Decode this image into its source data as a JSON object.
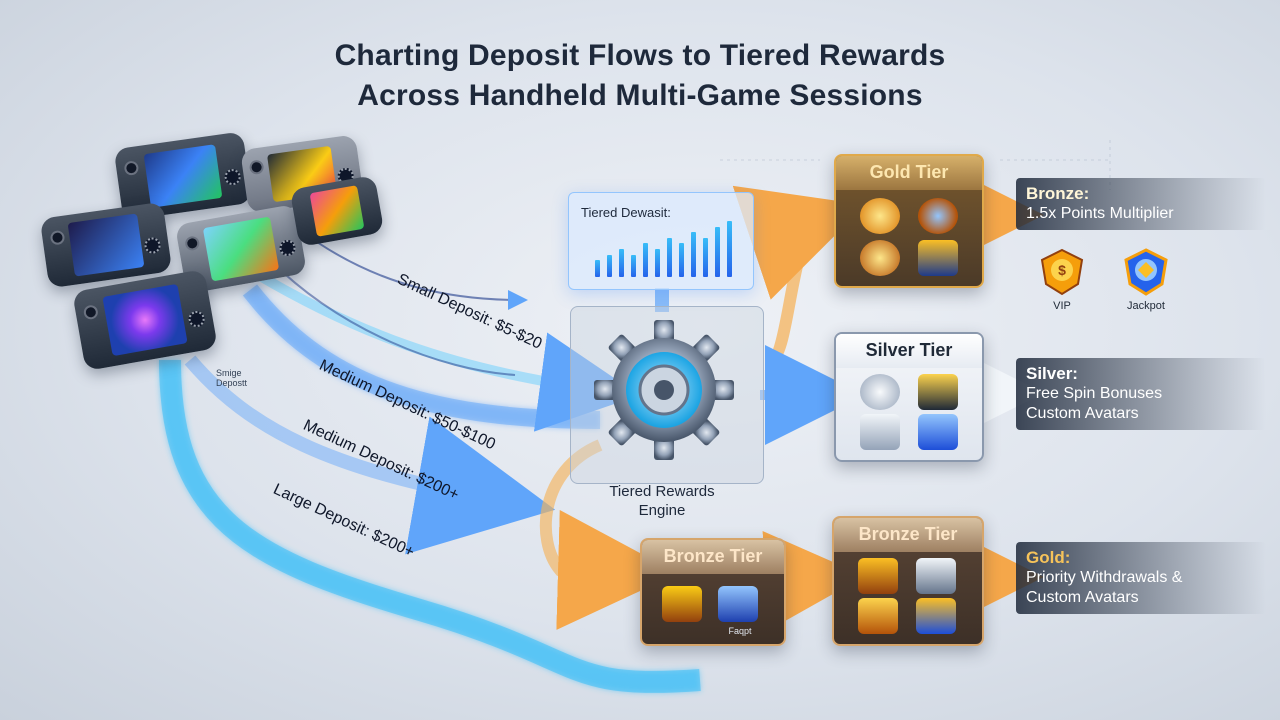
{
  "title": {
    "line1": "Charting Deposit Flows to Tiered Rewards",
    "line2": "Across Handheld Multi-Game Sessions"
  },
  "flows": {
    "small_deposit": "Small Deposit: $5-$20",
    "medium_deposit_1": "Medium Deposit: $50-$100",
    "medium_deposit_2": "Medium Deposit: $200+",
    "large_deposit": "Large Deposit: $200+",
    "single_deposit_note_1": "Smige",
    "single_deposit_note_2": "Depostt"
  },
  "chart_panel": {
    "title": "Tiered Dewasit:",
    "bars": [
      3,
      4,
      5,
      4,
      6,
      5,
      7,
      6,
      8,
      7,
      9,
      10
    ]
  },
  "engine": {
    "label_line1": "Tiered Rewards",
    "label_line2": "Engine"
  },
  "tiers": {
    "gold_box": {
      "title": "Gold Tier"
    },
    "silver_box": {
      "title": "Silver Tier"
    },
    "bronze_box_left": {
      "title": "Bronze Tier",
      "icon_caption": "Faqpt"
    },
    "bronze_box_right": {
      "title": "Bronze Tier"
    }
  },
  "rewards": {
    "bronze": {
      "heading": "Bronze:",
      "line1": "1.5x Points Multiplier"
    },
    "silver": {
      "heading": "Silver:",
      "line1": "Free Spin Bonuses",
      "line2": "Custom Avatars"
    },
    "gold": {
      "heading": "Gold:",
      "line1": "Priority Withdrawals &",
      "line2": "Custom Avatars"
    }
  },
  "badges": {
    "vip": "VIP",
    "jackpot": "Jackpot"
  },
  "colors": {
    "flow_blue": "#38bdf8",
    "flow_orange": "#f5b35c",
    "gold": "#e0a94a",
    "silver": "#8a98ad",
    "bronze": "#d6a56b",
    "gold_heading": "#f6c35a"
  }
}
